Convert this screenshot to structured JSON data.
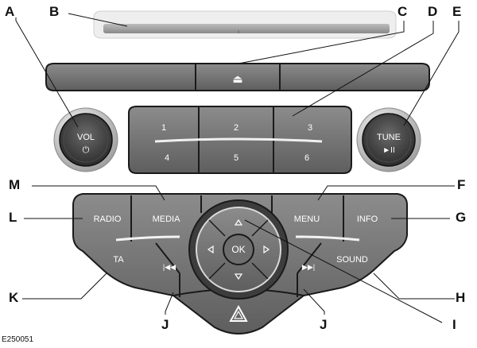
{
  "figure_id": "E250051",
  "callouts": {
    "A": "A",
    "B": "B",
    "C": "C",
    "D": "D",
    "E": "E",
    "F": "F",
    "G": "G",
    "H": "H",
    "I": "I",
    "J": "J",
    "K": "K",
    "L": "L",
    "M": "M"
  },
  "knobs": {
    "volume_label": "VOL",
    "volume_symbol": "⏻",
    "tune_label": "TUNE",
    "tune_symbol": "►II"
  },
  "presets": [
    "1",
    "2",
    "3",
    "4",
    "5",
    "6"
  ],
  "eject_symbol": "⏏",
  "buttons": {
    "radio": "RADIO",
    "media": "MEDIA",
    "menu": "MENU",
    "info": "INFO",
    "ta": "TA",
    "sound": "SOUND",
    "ok": "OK",
    "seek_back_symbol": "|◀◀",
    "seek_forward_symbol": "▶▶|"
  },
  "colors": {
    "panel": "#7d7d7d",
    "panel_dark": "#4a4a4a",
    "outline": "#1a1a1a",
    "chrome": "#d6d6d6"
  }
}
